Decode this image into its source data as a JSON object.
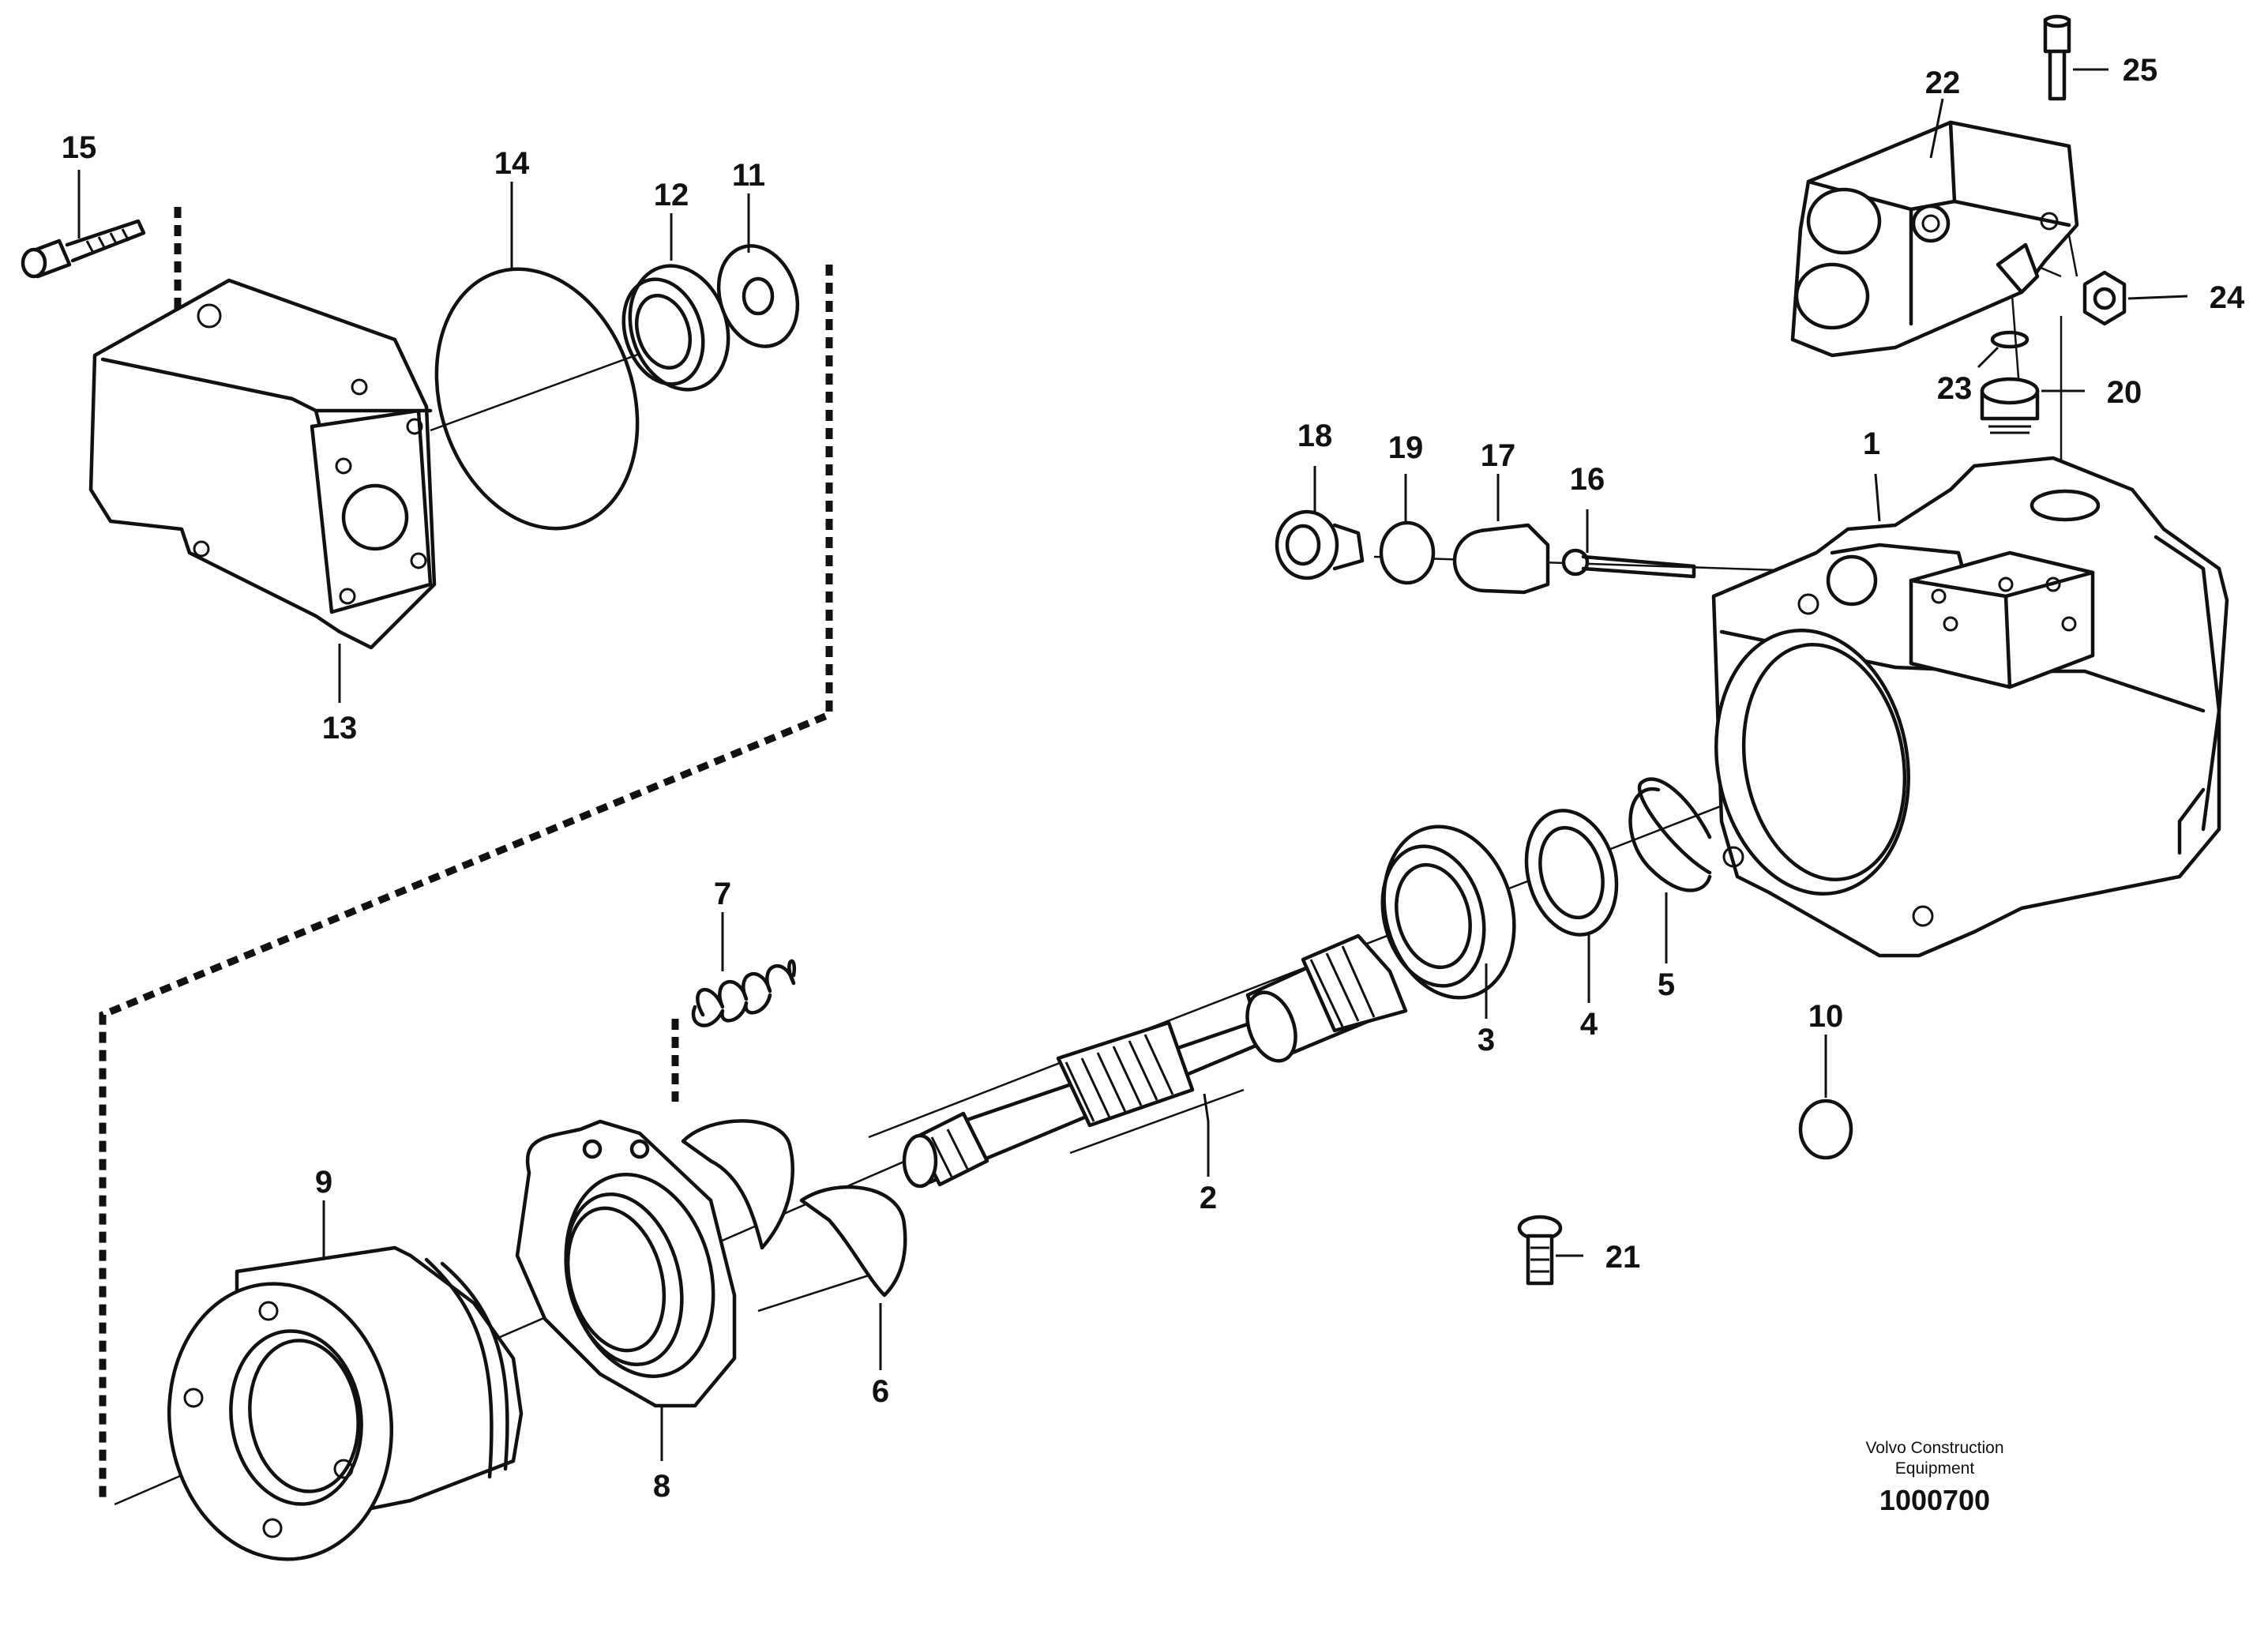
{
  "diagram": {
    "callouts": [
      {
        "id": "c1",
        "label": "1"
      },
      {
        "id": "c2",
        "label": "2"
      },
      {
        "id": "c3",
        "label": "3"
      },
      {
        "id": "c4",
        "label": "4"
      },
      {
        "id": "c5",
        "label": "5"
      },
      {
        "id": "c6",
        "label": "6"
      },
      {
        "id": "c7",
        "label": "7"
      },
      {
        "id": "c8",
        "label": "8"
      },
      {
        "id": "c9",
        "label": "9"
      },
      {
        "id": "c10",
        "label": "10"
      },
      {
        "id": "c11",
        "label": "11"
      },
      {
        "id": "c12",
        "label": "12"
      },
      {
        "id": "c13",
        "label": "13"
      },
      {
        "id": "c14",
        "label": "14"
      },
      {
        "id": "c15",
        "label": "15"
      },
      {
        "id": "c16",
        "label": "16"
      },
      {
        "id": "c17",
        "label": "17"
      },
      {
        "id": "c18",
        "label": "18"
      },
      {
        "id": "c19",
        "label": "19"
      },
      {
        "id": "c20",
        "label": "20"
      },
      {
        "id": "c21",
        "label": "21"
      },
      {
        "id": "c22",
        "label": "22"
      },
      {
        "id": "c23",
        "label": "23"
      },
      {
        "id": "c24",
        "label": "24"
      },
      {
        "id": "c25",
        "label": "25"
      }
    ]
  },
  "footer": {
    "company_line1": "Volvo Construction",
    "company_line2": "Equipment",
    "drawing_number": "1000700"
  }
}
